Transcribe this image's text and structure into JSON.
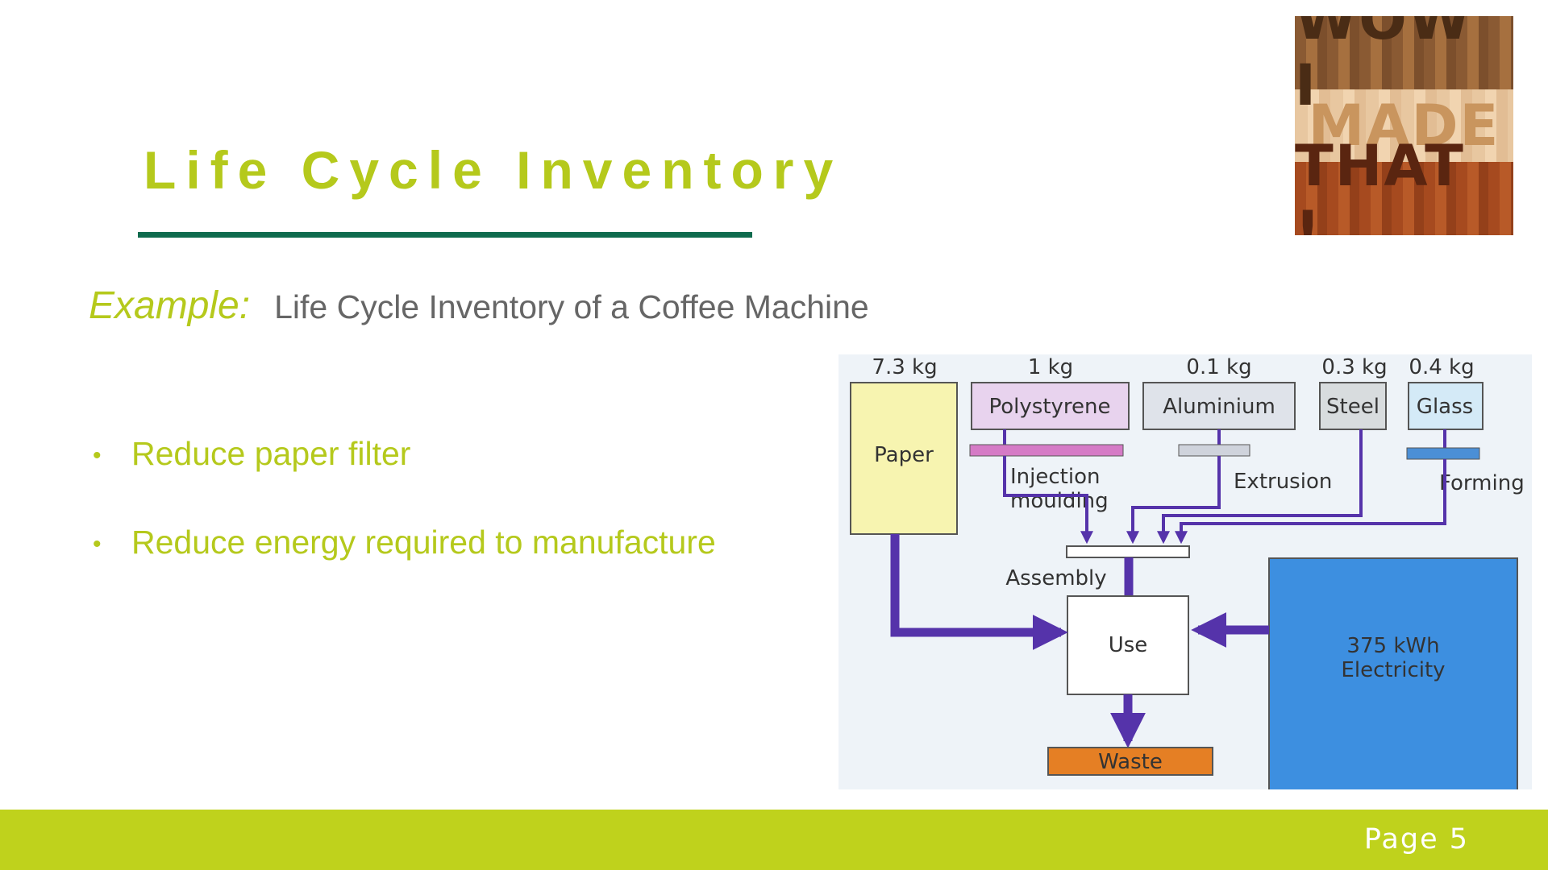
{
  "slide": {
    "title": "Life Cycle Inventory",
    "subtitle_label": "Example:",
    "subtitle_text": "Life Cycle Inventory of a Coffee Machine",
    "bullets": [
      "Reduce paper filter",
      "Reduce energy required to manufacture"
    ]
  },
  "logo": {
    "line1": "WOW I",
    "line2": "MADE",
    "line3": "THAT !"
  },
  "diagram": {
    "weights": {
      "paper": "7.3 kg",
      "polystyrene": "1 kg",
      "aluminium": "0.1 kg",
      "steel": "0.3 kg",
      "glass": "0.4 kg"
    },
    "materials": {
      "paper": "Paper",
      "polystyrene": "Polystyrene",
      "aluminium": "Aluminium",
      "steel": "Steel",
      "glass": "Glass"
    },
    "processes": {
      "injection_line1": "Injection",
      "injection_line2": "moulding",
      "extrusion": "Extrusion",
      "forming": "Forming",
      "assembly": "Assembly"
    },
    "use": "Use",
    "waste": "Waste",
    "electricity_value": "375 kWh",
    "electricity_label": "Electricity",
    "colors": {
      "arrow": "#5533aa",
      "paper": "#f7f4b0",
      "polystyrene": "#e8d3ee",
      "aluminium": "#dfe3ea",
      "steel": "#d8dcde",
      "glass": "#d4eaf7",
      "electricity": "#3d8fe0",
      "waste": "#e57f24"
    }
  },
  "footer": {
    "page_label": "Page  5"
  }
}
